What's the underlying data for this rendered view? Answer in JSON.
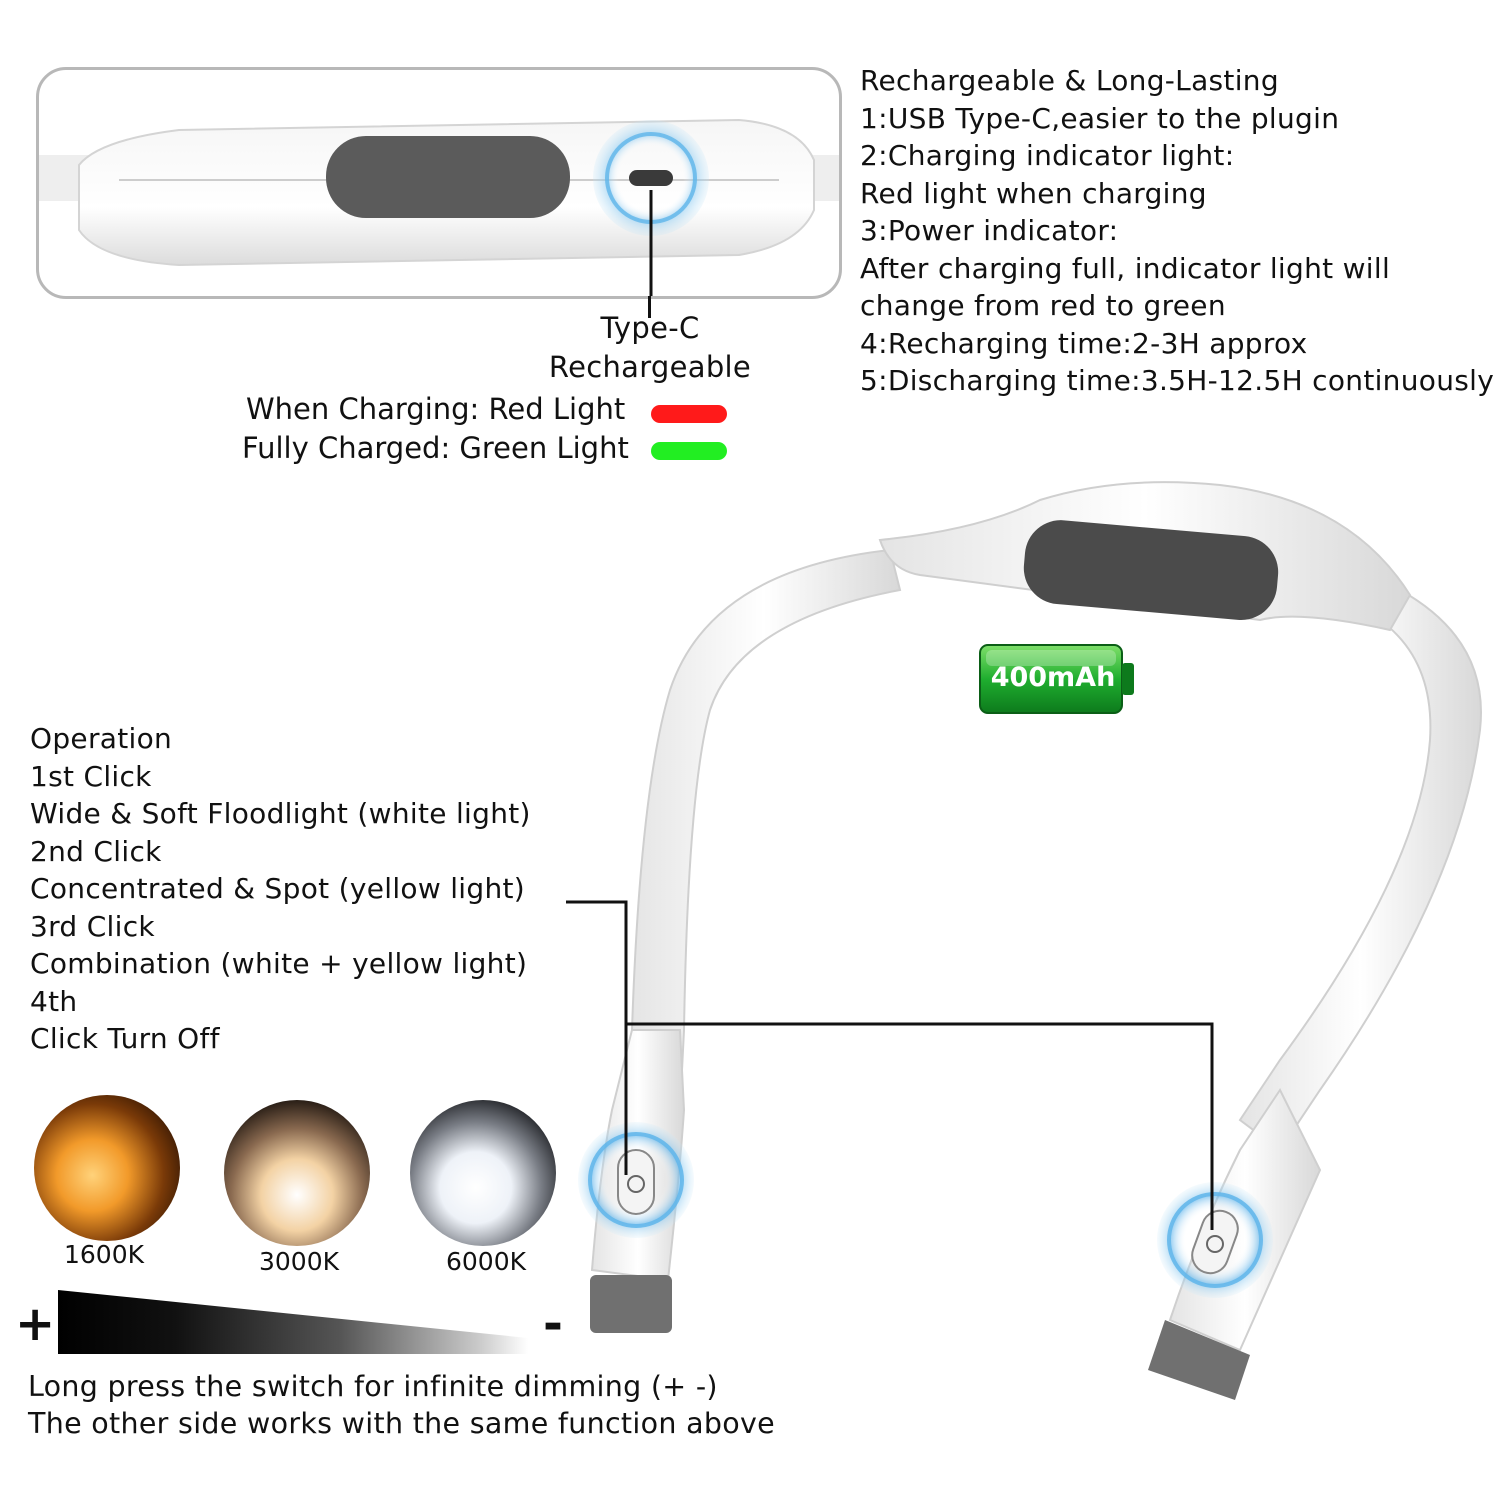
{
  "charging_port": {
    "label_line1": "Type-C",
    "label_line2": "Rechargeable"
  },
  "indicator_legend": {
    "charging_text": "When Charging: Red Light",
    "charging_color": "#ff1a1a",
    "charged_text": "Fully Charged: Green Light",
    "charged_color": "#22ee22"
  },
  "features": {
    "lines": [
      "Rechargeable & Long-Lasting",
      "1:USB Type-C,easier to the plugin",
      "2:Charging indicator light:",
      "Red light when charging",
      "3:Power indicator:",
      "After charging full, indicator light will",
      "change from red to green",
      "4:Recharging time:2-3H approx",
      "5:Discharging time:3.5H-12.5H continuously"
    ]
  },
  "battery": {
    "label": "400mAh",
    "color": "#1fae2f"
  },
  "operation": {
    "lines": [
      "Operation",
      "1st Click",
      "Wide & Soft Floodlight (white light)",
      "2nd Click",
      "Concentrated & Spot (yellow light)",
      "3rd Click",
      "Combination (white + yellow light)",
      "4th",
      "Click Turn Off"
    ]
  },
  "color_temps": [
    {
      "label": "1600K",
      "color": "#f29a2a"
    },
    {
      "label": "3000K",
      "color": "#f3d2a4"
    },
    {
      "label": "6000K",
      "color": "#eef2f8"
    }
  ],
  "dimming": {
    "plus": "+",
    "minus": "-",
    "note_line1": "Long press the switch for infinite dimming (+ -)",
    "note_line2": "The other side works with the same function above"
  }
}
